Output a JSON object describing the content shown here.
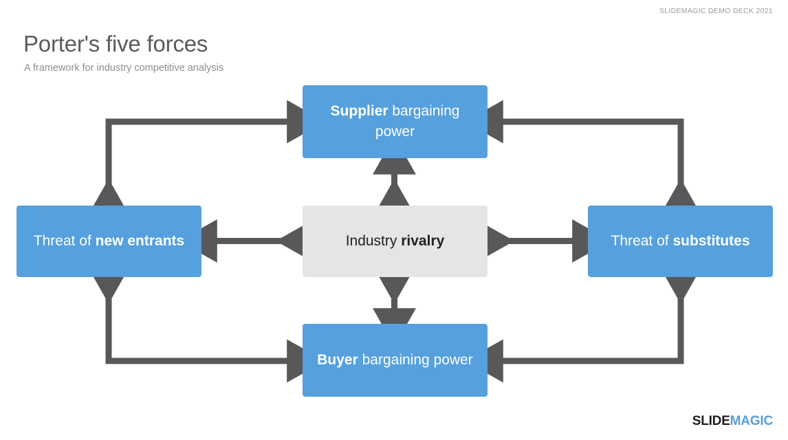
{
  "header": {
    "deck_label": "SLIDEMAGIC DEMO DECK 2021"
  },
  "slide": {
    "title": "Porter's five forces",
    "subtitle": "A framework for industry competitive analysis"
  },
  "diagram": {
    "type": "porters-five-forces",
    "nodes": [
      {
        "id": "supplier",
        "position": "top",
        "text_plain": "Supplier bargaining power",
        "text_strong": "Supplier",
        "text_rest": " bargaining power",
        "style": "blue"
      },
      {
        "id": "new-entrants",
        "position": "left",
        "text_plain": "Threat of new entrants",
        "text_weak": "Threat of ",
        "text_strong": "new entrants",
        "style": "blue"
      },
      {
        "id": "industry-rivalry",
        "position": "center",
        "text_plain": "Industry rivalry",
        "text_weak": "Industry ",
        "text_strong": "rivalry",
        "style": "grey"
      },
      {
        "id": "substitutes",
        "position": "right",
        "text_plain": "Threat of substitutes",
        "text_weak": "Threat of ",
        "text_strong": "substitutes",
        "style": "blue"
      },
      {
        "id": "buyer",
        "position": "bottom",
        "text_plain": "Buyer bargaining power",
        "text_strong": "Buyer",
        "text_rest": " bargaining power",
        "style": "blue"
      }
    ],
    "connectors": [
      {
        "id": "rivalry-supplier",
        "kind": "double-arrow",
        "orientation": "vertical"
      },
      {
        "id": "rivalry-buyer",
        "kind": "double-arrow",
        "orientation": "vertical"
      },
      {
        "id": "rivalry-entrants",
        "kind": "double-arrow",
        "orientation": "horizontal"
      },
      {
        "id": "rivalry-substitutes",
        "kind": "double-arrow",
        "orientation": "horizontal"
      },
      {
        "id": "entrants-supplier",
        "kind": "elbow-double-arrow",
        "corner": "top-left"
      },
      {
        "id": "substitutes-supplier",
        "kind": "elbow-double-arrow",
        "corner": "top-right"
      },
      {
        "id": "entrants-buyer",
        "kind": "elbow-double-arrow",
        "corner": "bottom-left"
      },
      {
        "id": "substitutes-buyer",
        "kind": "elbow-double-arrow",
        "corner": "bottom-right"
      }
    ]
  },
  "footer": {
    "logo_first": "SLIDE",
    "logo_second": "MAGIC"
  },
  "colors": {
    "accent_blue": "#55a0dd",
    "neutral_grey": "#e5e5e5",
    "connector_grey": "#585858",
    "title_grey": "#5b5b5b",
    "subtitle_grey": "#8d8d8d",
    "deck_label_grey": "#9a9a9a"
  }
}
